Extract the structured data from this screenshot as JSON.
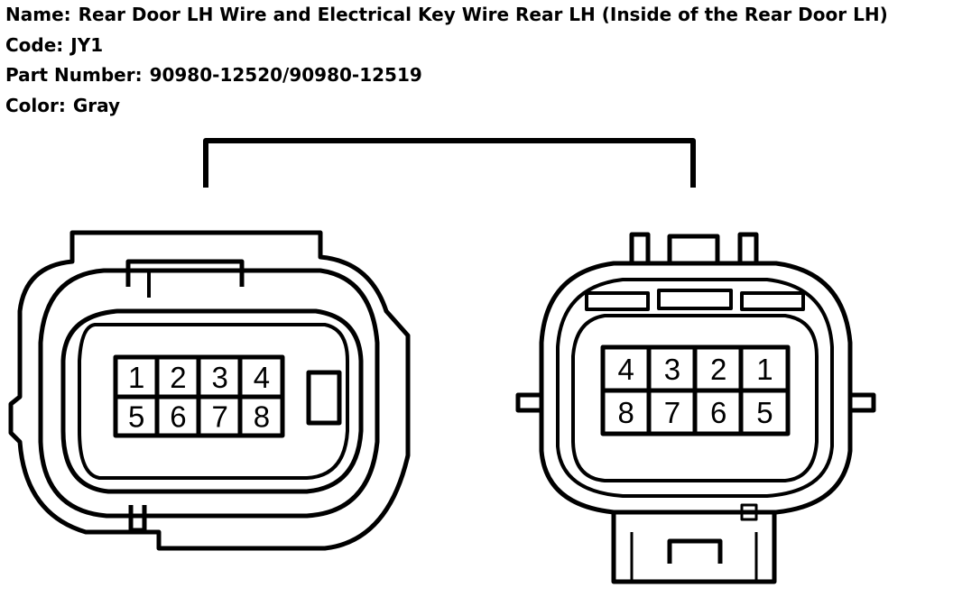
{
  "info": {
    "name_label": "Name:",
    "name_value": "Rear Door LH Wire and Electrical Key Wire Rear LH (Inside of the Rear Door LH)",
    "code_label": "Code:",
    "code_value": "JY1",
    "part_label": "Part Number:",
    "part_value": "90980-12520/90980-12519",
    "color_label": "Color:",
    "color_value": "Gray"
  },
  "left_connector": {
    "pins_top": [
      "1",
      "2",
      "3",
      "4"
    ],
    "pins_bottom": [
      "5",
      "6",
      "7",
      "8"
    ]
  },
  "right_connector": {
    "pins_top": [
      "4",
      "3",
      "2",
      "1"
    ],
    "pins_bottom": [
      "8",
      "7",
      "6",
      "5"
    ]
  },
  "colors": {
    "line": "#000000",
    "background": "#ffffff"
  }
}
